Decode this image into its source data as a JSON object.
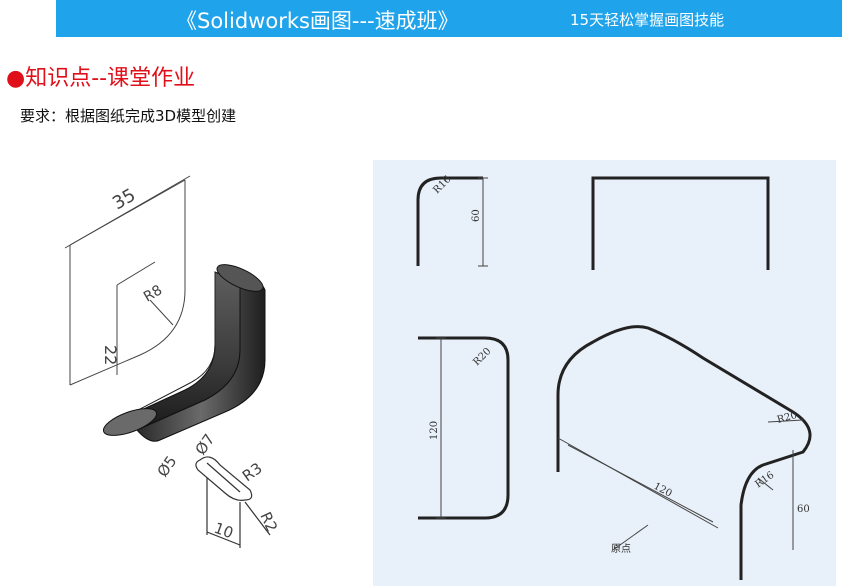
{
  "banner": {
    "title": "《Solidworks画图---速成班》",
    "subtitle": "15天轻松掌握画图技能"
  },
  "section": {
    "bullet": "●",
    "heading": "知识点--课堂作业"
  },
  "requirement": "要求：根据图纸完成3D模型创建",
  "iso_dims": {
    "width": "35",
    "height": "22",
    "bend_radius": "R8",
    "dia_outer": "Ø7",
    "dia_inner": "Ø5",
    "slot_radius": "R3",
    "slot_length": "10",
    "end_radius": "R2"
  },
  "ortho_dims": {
    "view1_radius": "R16",
    "view1_height": "60",
    "view3_radius": "R20",
    "view3_height": "120",
    "view4_radius_a": "R20",
    "view4_radius_b": "R16",
    "view4_length": "120",
    "view4_height": "60",
    "origin_label": "原点"
  },
  "colors": {
    "banner_bg": "#1fa3ea",
    "heading": "#e0101a",
    "panel_bg": "#e8f0f9"
  }
}
